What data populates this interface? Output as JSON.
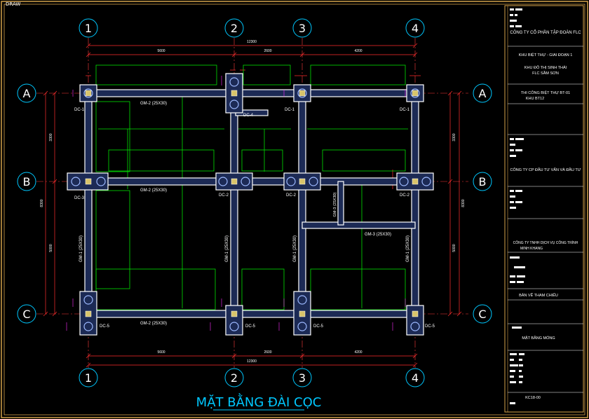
{
  "corner_tag": "DRAW",
  "title": "MẶT BẰNG ĐÀI CỌC",
  "grid": {
    "columns": [
      "1",
      "2",
      "3",
      "4"
    ],
    "rows": [
      "A",
      "B",
      "C"
    ]
  },
  "dims": {
    "top_total": "12300",
    "top_spans": [
      "5600",
      "2600",
      "4200"
    ],
    "bottom_total": "12300",
    "bottom_spans": [
      "5600",
      "2600",
      "4200"
    ],
    "left_total": "8300",
    "left_spans": [
      "3300",
      "5000"
    ],
    "right_total": "8300",
    "right_spans": [
      "3300",
      "5000"
    ]
  },
  "pile_caps": {
    "A1": "DC-1",
    "A2": "DC-4",
    "A3": "DC-1",
    "A4": "DC-1",
    "B1": "DC-3",
    "B2": "DC-2",
    "B3": "DC-2",
    "B4": "DC-2",
    "C1": "DC-5",
    "C2": "DC-5",
    "C3": "DC-5",
    "C4": "DC-5"
  },
  "beams": {
    "row_a": "GM-2 (25X30)",
    "row_b": "GM-2 (25X30)",
    "row_c": "GM-2 (25X30)",
    "col_1": "GM-1 (25X30)",
    "col_2": "GM-1 (25X30)",
    "col_3": "GM-1 (25X30)",
    "col_4": "GM-1 (25X30)",
    "inner_h": "GM-3 (25X30)",
    "inner_v": "GM-3 (25X30)"
  },
  "title_block": {
    "owner": "CÔNG TY CỔ PHẦN TẬP ĐOÀN FLC",
    "project_1": "KHU BIỆT THỰ - GIAI ĐOẠN 1",
    "project_2": "KHU ĐÔ THỊ SINH THÁI",
    "project_3": "FLC SẦM SƠN",
    "item_1": "THI CÔNG BIỆT THỰ BT-01",
    "item_2": "KHU BT12",
    "consultant": "CÔNG TY CP ĐẦU TƯ VẤN VÀ ĐẦU TƯ",
    "contractor_1": "CÔNG TY TNHH DỊCH VỤ CÔNG TRÌNH",
    "contractor_2": "MINH KHANG",
    "approval": "BẢN VẼ THAM CHIẾU",
    "sheet_title": "MẶT BẰNG MÓNG",
    "sheet_no": "KC18-00"
  },
  "colors": {
    "frame": "#d4a24a",
    "grid_line": "#ff3b3b",
    "dimension": "#ff2d2d",
    "beam_outline": "#ffffff",
    "inner_lines": "#00e000",
    "annotation": "#ff2dff",
    "bubble": "#00c8ff"
  }
}
